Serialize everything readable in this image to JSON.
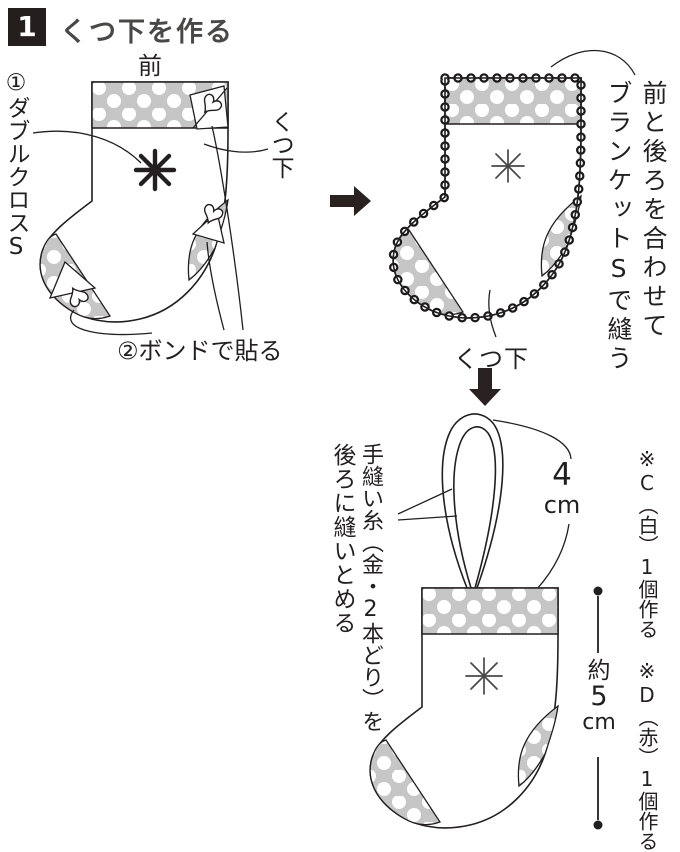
{
  "header": {
    "step_number": "1",
    "title": "くつ下を作る"
  },
  "diagram1": {
    "front_label": "前",
    "stitch_label": "①ダブルクロスS",
    "sock_label": "くつ下",
    "bond_label": "②ボンドで貼る"
  },
  "diagram2": {
    "note_col1": "前と後ろを合わせて",
    "note_col2": "ブランケットSで縫う",
    "sock_label": "くつ下"
  },
  "diagram3": {
    "thread_note_col1": "手縫い糸（金・2本どり）を",
    "thread_note_col2": "後ろに縫いとめる",
    "loop_len_value": "4",
    "loop_len_unit": "cm",
    "height_approx": "約",
    "height_value": "5",
    "height_unit": "cm",
    "make_note": "※C（白）1個作る　※D（赤）1個作る"
  },
  "icons": {
    "arrow_right": "→",
    "arrow_down": "↓",
    "stitch_mark": "double-cross-stitch-asterisk",
    "heart": "heart-applique"
  },
  "colors": {
    "line": "#231f20",
    "gray_fill": "#c6c6c6",
    "dot_fill": "#ffffff",
    "badge_bg": "#241e1d",
    "badge_text": "#ffffff",
    "title_text": "#4a4847"
  }
}
